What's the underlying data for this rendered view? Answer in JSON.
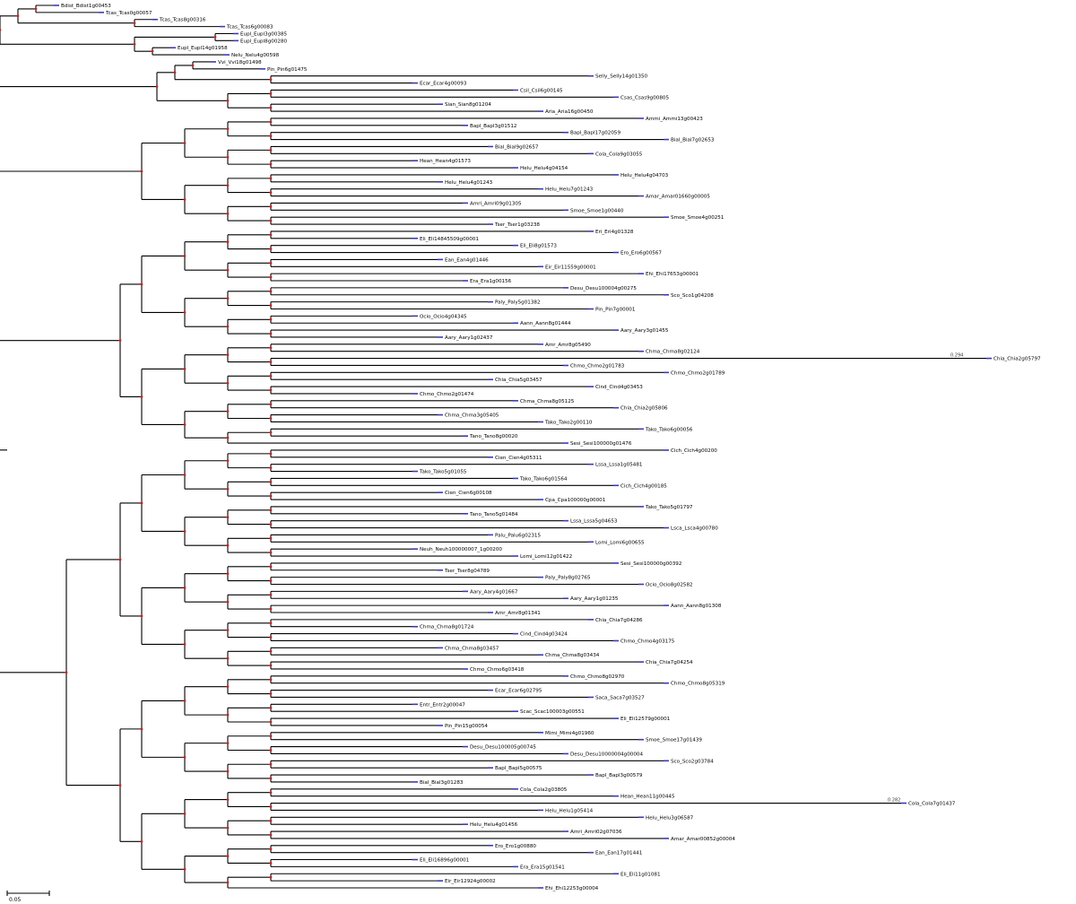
{
  "scale_bar": {
    "label": "0.05"
  },
  "root_label": "",
  "colors": {
    "branch": "#000000",
    "node": "#cc2020",
    "leaf_tick": "#3b3bb8"
  },
  "leaves": [
    "Bdist_Bdist1g00453",
    "Tcas_Tcas0g00057",
    "Tcas_Tcas8g00316",
    "Tcas_Tcas6g00083",
    "Eupl_Eupl3g00385",
    "Eupl_Eupl8g00280",
    "Eupl_Eupl14g01958",
    "Nelu_Nelu4g00598",
    "Vvi_Vvi18g01498",
    "Pin_Pin6g01475",
    "Selly_Selly14g01350",
    "Ecar_Ecar4g00093",
    "Csil_Csil6g00145",
    "Csas_Csas9g00805",
    "Sian_Sian8g01204",
    "Aria_Aria16g00450",
    "Ammi_Ammi13g00423",
    "Bapl_Bapl3g01512",
    "Bapl_Bapl17g02059",
    "Bial_Bial7g02653",
    "Bial_Bial9g02657",
    "Cola_Cola9g03055",
    "Hean_Hean4g01573",
    "Helu_Helu4g04154",
    "Helu_Helu4g04703",
    "Helu_Helu4g01243",
    "Helu_Helu7g01243",
    "Amar_Amar01660g00005",
    "Amri_Amri09g01305",
    "Smoe_Smoe1g00440",
    "Smoe_Smoe4g00251",
    "Tser_Tser1g03238",
    "Eri_Eri4g01328",
    "Eli_Eli14845509g00001",
    "Eli_Eli8g01573",
    "Ero_Ero6g00567",
    "Ean_Ean4g01446",
    "Eir_Eir11559g00001",
    "Ehi_Ehi17653g00001",
    "Era_Era1g00156",
    "Desu_Desu100004g00275",
    "Sco_Sco1g04208",
    "Paly_Paly5g01382",
    "Pin_Pin7g00001",
    "Ocio_Ocio4g04345",
    "Aann_Aann8g01444",
    "Aary_Aary3g01455",
    "Aary_Aary1g02437",
    "Amr_Amr8g05490",
    "Chma_Chma8g02124",
    "Chia_Chia2g05797",
    "Chmo_Chmo2g01783",
    "Chmo_Chmo2g01789",
    "Chia_Chia5g03457",
    "Cind_Cind4g03453",
    "Chmo_Chmo2g01474",
    "Chma_Chma8g05125",
    "Chia_Chia2g05806",
    "Chma_Chma3g05405",
    "Tako_Tako2g00110",
    "Tako_Tako6g00056",
    "Tano_Tano8g00020",
    "Sesi_Sesi100000g01476",
    "Cich_Cich4g00200",
    "Cien_Cien4g05311",
    "Lssa_Lssa1g05481",
    "Tako_Tako5g01055",
    "Tako_Tako6g01564",
    "Cich_Cich4g00185",
    "Cien_Cien6g00108",
    "Cpa_Cpa100000g00001",
    "Tako_Tako5g01797",
    "Tano_Tano5g01484",
    "Lssa_Lssa5g04653",
    "Lsca_Lsca4g00780",
    "Palu_Palu6g02315",
    "Lomi_Lomi6g00655",
    "Neuh_Neuh100000007_1g00200",
    "Lomi_Lomi12g01422",
    "Sesi_Sesi100000g00392",
    "Tser_Tser8g04789",
    "Paly_Paly8g02765",
    "Ocio_Ocio8g02582",
    "Aary_Aary4g01667",
    "Aary_Aary1g01235",
    "Aann_Aann8g01308",
    "Amr_Amr8g01341",
    "Chia_Chia7g04286",
    "Chma_Chma8g01724",
    "Cind_Cind4g03424",
    "Chmo_Chmo4g03175",
    "Chma_Chma8g03457",
    "Chma_Chma8g03434",
    "Chia_Chia7g04254",
    "Chmo_Chmo6g03418",
    "Chmo_Chmo8g02970",
    "Chmo_Chmo8g05319",
    "Ecar_Ecar6g02795",
    "Saca_Saca7g03527",
    "Entr_Entr2g00047",
    "Scac_Scac100003g00551",
    "Eli_Eli12579g00001",
    "Pin_Pin15g00054",
    "Mimi_Mimi4g01960",
    "Smoe_Smoe17g01439",
    "Desu_Desu100005g00745",
    "Desu_Desu10000004g00004",
    "Sco_Sco2g03784",
    "Bapl_Bapl5g00575",
    "Bapl_Bapl3g00579",
    "Bial_Bial3g01283",
    "Cola_Cola2g03805",
    "Hean_Hean11g00445",
    "Cola_Cola7g01437",
    "Helu_Helu1g05414",
    "Helu_Helu3g06587",
    "Helu_Helu4g01456",
    "Amri_Amri02g07036",
    "Amar_Amar00852g00004",
    "Ero_Ero1g00880",
    "Ean_Ean17g01441",
    "Eli_Eli16896g00001",
    "Era_Era15g01541",
    "Eli_Eli11g01081",
    "Eir_Eir12924g00002",
    "Ehi_Ehi12253g00004"
  ],
  "special_branch_labels": [
    "0.294",
    "0.282"
  ]
}
